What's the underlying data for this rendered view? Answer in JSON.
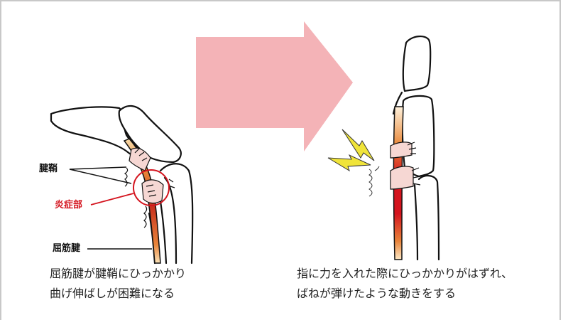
{
  "diagram": {
    "left_panel": {
      "labels": {
        "tendon_sheath": "腱鞘",
        "inflamed_area": "炎症部",
        "flexor_tendon": "屈筋腱"
      },
      "caption": {
        "line1": "屈筋腱が腱鞘にひっかかり",
        "line2": "曲げ伸ばしが困難になる"
      }
    },
    "right_panel": {
      "caption": {
        "line1": "指に力を入れた際にひっかかりがはずれ、",
        "line2": "ばねが弾けたような動きをする"
      }
    },
    "colors": {
      "arrow": "#f4b3b7",
      "tendon_red": "#d4141e",
      "tendon_orange": "#e87a2c",
      "sheath": "#f6d7d3",
      "highlight_circle": "#d4141e",
      "lightning": "#f0e43a",
      "outline": "#111111"
    }
  }
}
